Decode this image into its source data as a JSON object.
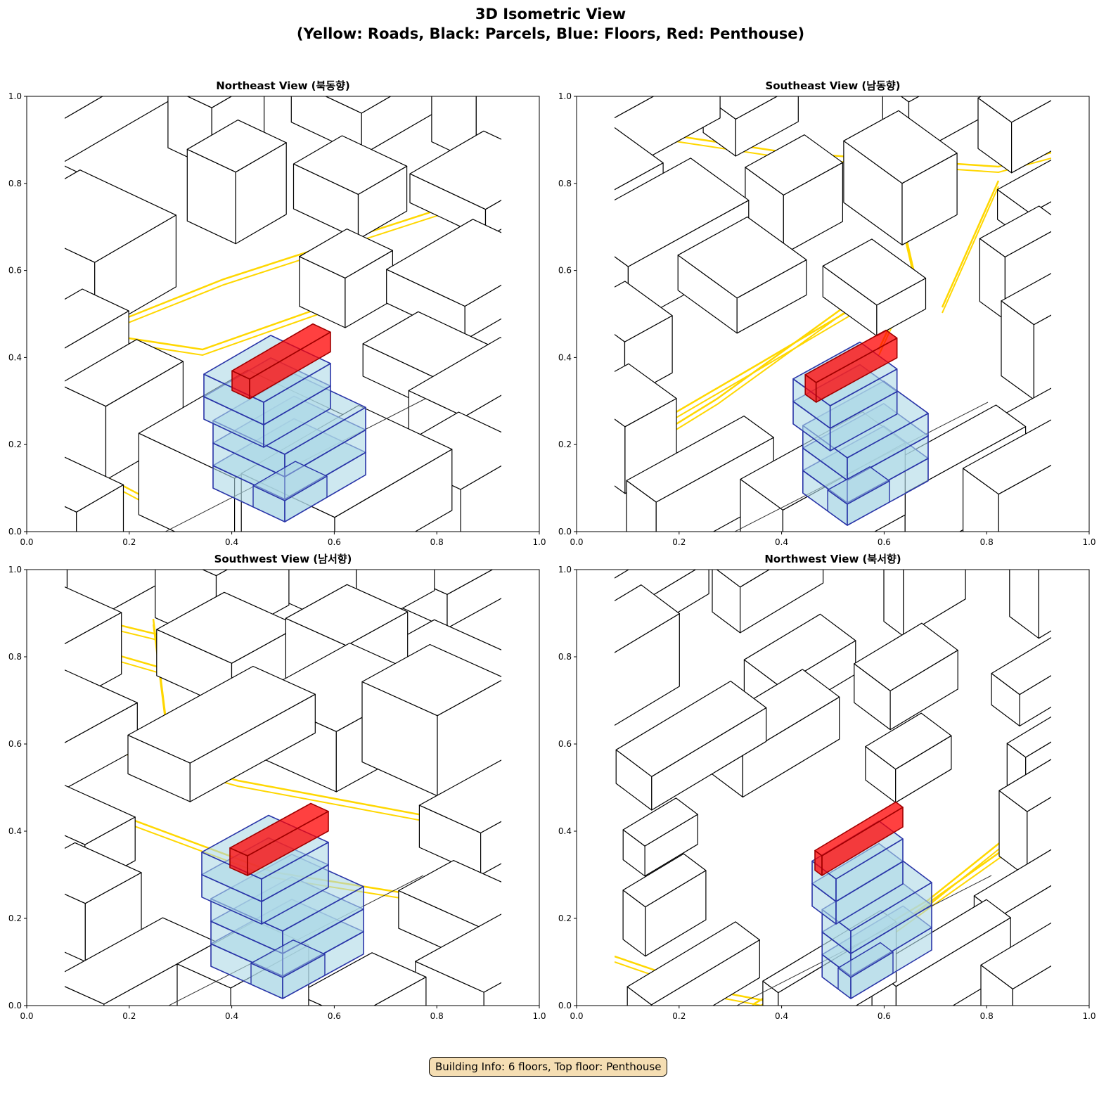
{
  "title_line1": "3D Isometric View",
  "title_line2": "(Yellow: Roads, Black: Parcels, Blue: Floors, Red: Penthouse)",
  "info": "Building Info: 6 floors, Top floor: Penthouse",
  "colors": {
    "road": "#ffd700",
    "parcel": "#000000",
    "floor_fill": "#add8e6",
    "floor_edge": "#2a35a8",
    "penthouse": "#ff0000"
  },
  "chart_data": [
    {
      "type": "3d-isometric",
      "title": "Northeast View (북동향)",
      "xlim": [
        0,
        1
      ],
      "ylim": [
        0,
        1
      ],
      "xticks": [
        "0.0",
        "0.2",
        "0.4",
        "0.6",
        "0.8",
        "1.0"
      ],
      "yticks": [
        "0.0",
        "0.2",
        "0.4",
        "0.6",
        "0.8",
        "1.0"
      ],
      "floors": 5,
      "penthouse_floors": 1
    },
    {
      "type": "3d-isometric",
      "title": "Southeast View (남동향)",
      "xlim": [
        0,
        1
      ],
      "ylim": [
        0,
        1
      ],
      "xticks": [
        "0.0",
        "0.2",
        "0.4",
        "0.6",
        "0.8",
        "1.0"
      ],
      "yticks": [
        "0.0",
        "0.2",
        "0.4",
        "0.6",
        "0.8",
        "1.0"
      ],
      "floors": 5,
      "penthouse_floors": 1
    },
    {
      "type": "3d-isometric",
      "title": "Southwest View (남서향)",
      "xlim": [
        0,
        1
      ],
      "ylim": [
        0,
        1
      ],
      "xticks": [
        "0.0",
        "0.2",
        "0.4",
        "0.6",
        "0.8",
        "1.0"
      ],
      "yticks": [
        "0.0",
        "0.2",
        "0.4",
        "0.6",
        "0.8",
        "1.0"
      ],
      "floors": 5,
      "penthouse_floors": 1
    },
    {
      "type": "3d-isometric",
      "title": "Northwest View (북서향)",
      "xlim": [
        0,
        1
      ],
      "ylim": [
        0,
        1
      ],
      "xticks": [
        "0.0",
        "0.2",
        "0.4",
        "0.6",
        "0.8",
        "1.0"
      ],
      "yticks": [
        "0.0",
        "0.2",
        "0.4",
        "0.6",
        "0.8",
        "1.0"
      ],
      "floors": 5,
      "penthouse_floors": 1
    }
  ]
}
